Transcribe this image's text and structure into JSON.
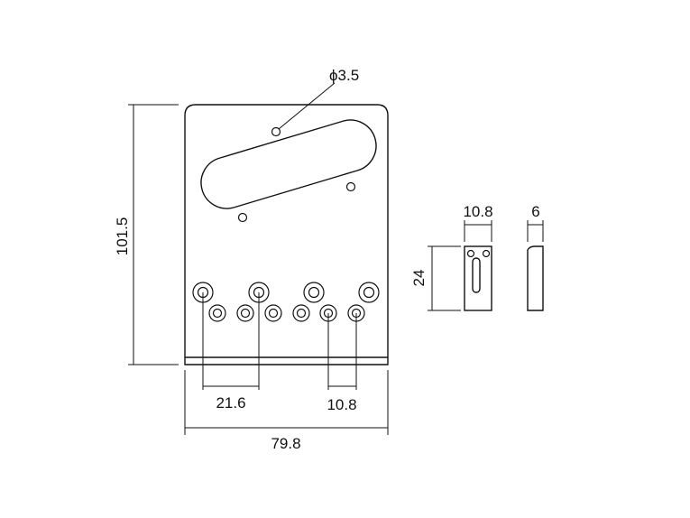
{
  "dimensions": {
    "hole_diameter": "ϕ3.5",
    "plate_length": "101.5",
    "plate_width": "79.8",
    "string_spacing_outer": "21.6",
    "string_spacing_inner": "10.8",
    "saddle_width": "10.8",
    "saddle_length": "24",
    "saddle_height": "6"
  }
}
